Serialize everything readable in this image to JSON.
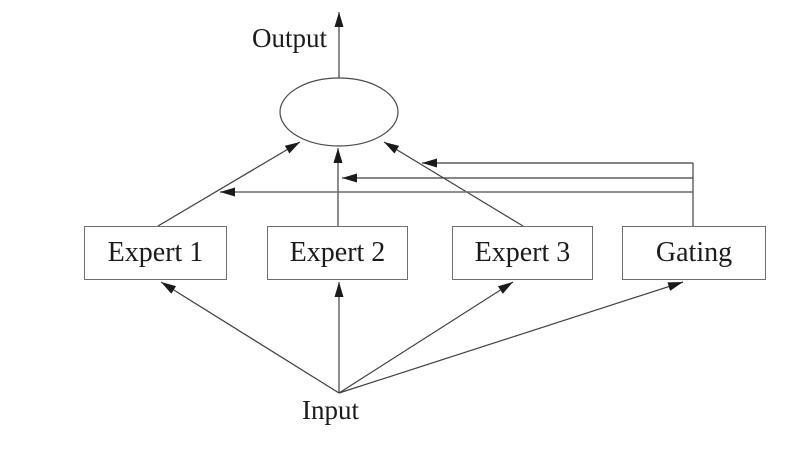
{
  "diagram": {
    "labels": {
      "output": "Output",
      "input": "Input"
    },
    "boxes": [
      {
        "label": "Expert 1"
      },
      {
        "label": "Expert 2"
      },
      {
        "label": "Expert 3"
      },
      {
        "label": "Gating"
      }
    ],
    "combiner": {
      "shape": "ellipse",
      "label": ""
    },
    "colors": {
      "background": "#ffffff",
      "line": "#3f3f3f",
      "arrowhead": "#1a1a1a",
      "box_border": "#6e6e6e",
      "text": "#1b1b1b"
    }
  }
}
